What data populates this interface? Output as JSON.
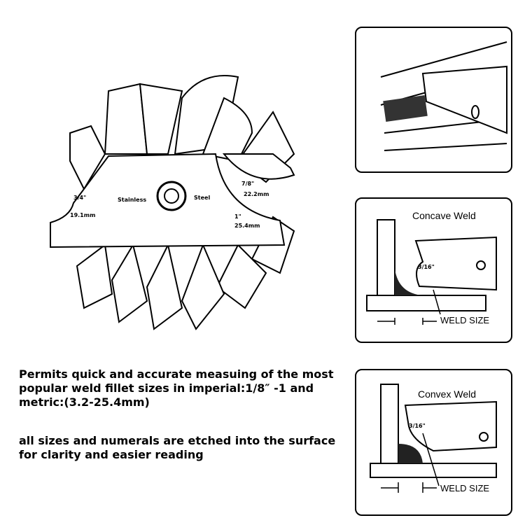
{
  "gauge": {
    "material_left": "Stainless",
    "material_right": "Steel",
    "sizes": [
      {
        "imperial": "3/4\"",
        "metric": "19.1mm"
      },
      {
        "imperial": "7/8\"",
        "metric": "22.2mm"
      },
      {
        "imperial": "1\"",
        "metric": "25.4mm"
      }
    ]
  },
  "panels": {
    "concave": {
      "title": "Concave Weld",
      "size_mark": "3/16\"",
      "weld_size_label": "WELD SIZE"
    },
    "convex": {
      "title": "Convex Weld",
      "size_mark": "3/16\"",
      "weld_size_label": "WELD SIZE"
    }
  },
  "description": {
    "paragraph1": "Permits quick and accurate measuing of the most popular weld fillet sizes in imperial:1/8″ -1 and metric:(3.2-25.4mm)",
    "paragraph2": "all sizes and numerals are etched into the surface for clarity and easier reading"
  }
}
